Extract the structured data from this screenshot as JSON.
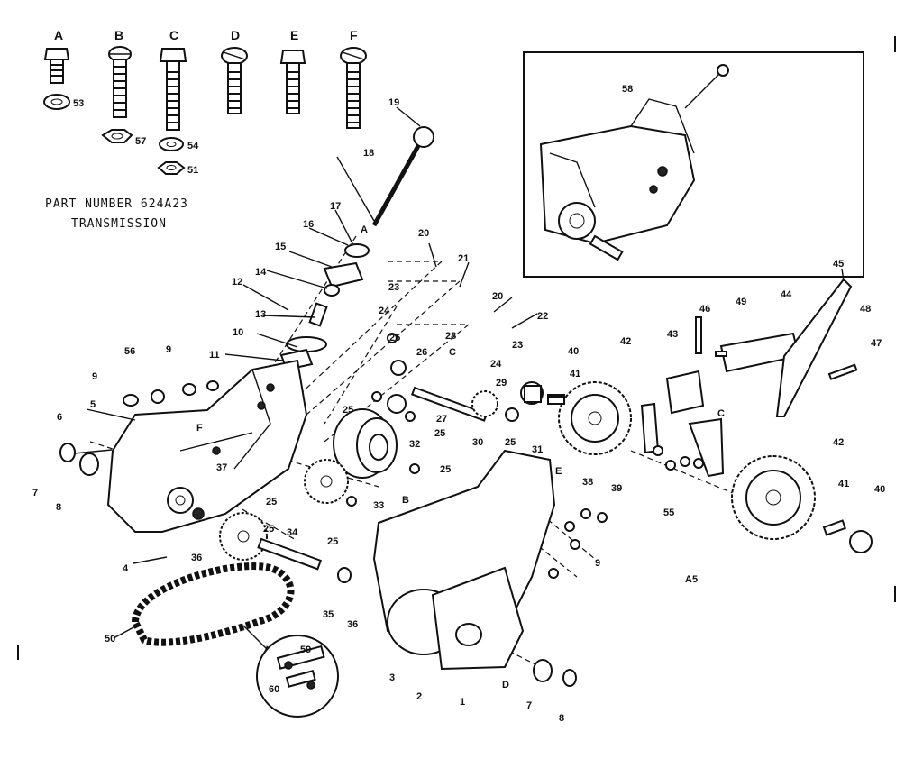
{
  "heading": {
    "part_number": "PART NUMBER 624A23",
    "subtitle": "TRANSMISSION"
  },
  "hardware_key": {
    "letters": [
      "A",
      "B",
      "C",
      "D",
      "E",
      "F"
    ],
    "washer_labels": [
      "53",
      "57",
      "54",
      "51"
    ]
  },
  "callouts": {
    "n1": "1",
    "n2": "2",
    "n3": "3",
    "n4": "4",
    "n5": "5",
    "n6": "6",
    "n7": "7",
    "n8": "8",
    "n9": "9",
    "n10": "10",
    "n11": "11",
    "n12": "12",
    "n13": "13",
    "n14": "14",
    "n15": "15",
    "n16": "16",
    "n17": "17",
    "n18": "18",
    "n19": "19",
    "n20": "20",
    "n21": "21",
    "n22": "22",
    "n23": "23",
    "n24": "24",
    "n25": "25",
    "n26": "26",
    "n27": "27",
    "n28": "28",
    "n29": "29",
    "n30": "30",
    "n31": "31",
    "n32": "32",
    "n33": "33",
    "n34": "34",
    "n35": "35",
    "n36": "36",
    "n37": "37",
    "n38": "38",
    "n39": "39",
    "n40": "40",
    "n41": "41",
    "n42": "42",
    "n43": "43",
    "n44": "44",
    "n45": "45",
    "n46": "46",
    "n47": "47",
    "n48": "48",
    "n49": "49",
    "n50": "50",
    "n55": "55",
    "n56": "56",
    "n58": "58",
    "n59": "59",
    "n60": "60",
    "letterA": "A",
    "letterB": "B",
    "letterC": "C",
    "letterD": "D",
    "letterE": "E",
    "letterF": "F",
    "code": "A5"
  }
}
